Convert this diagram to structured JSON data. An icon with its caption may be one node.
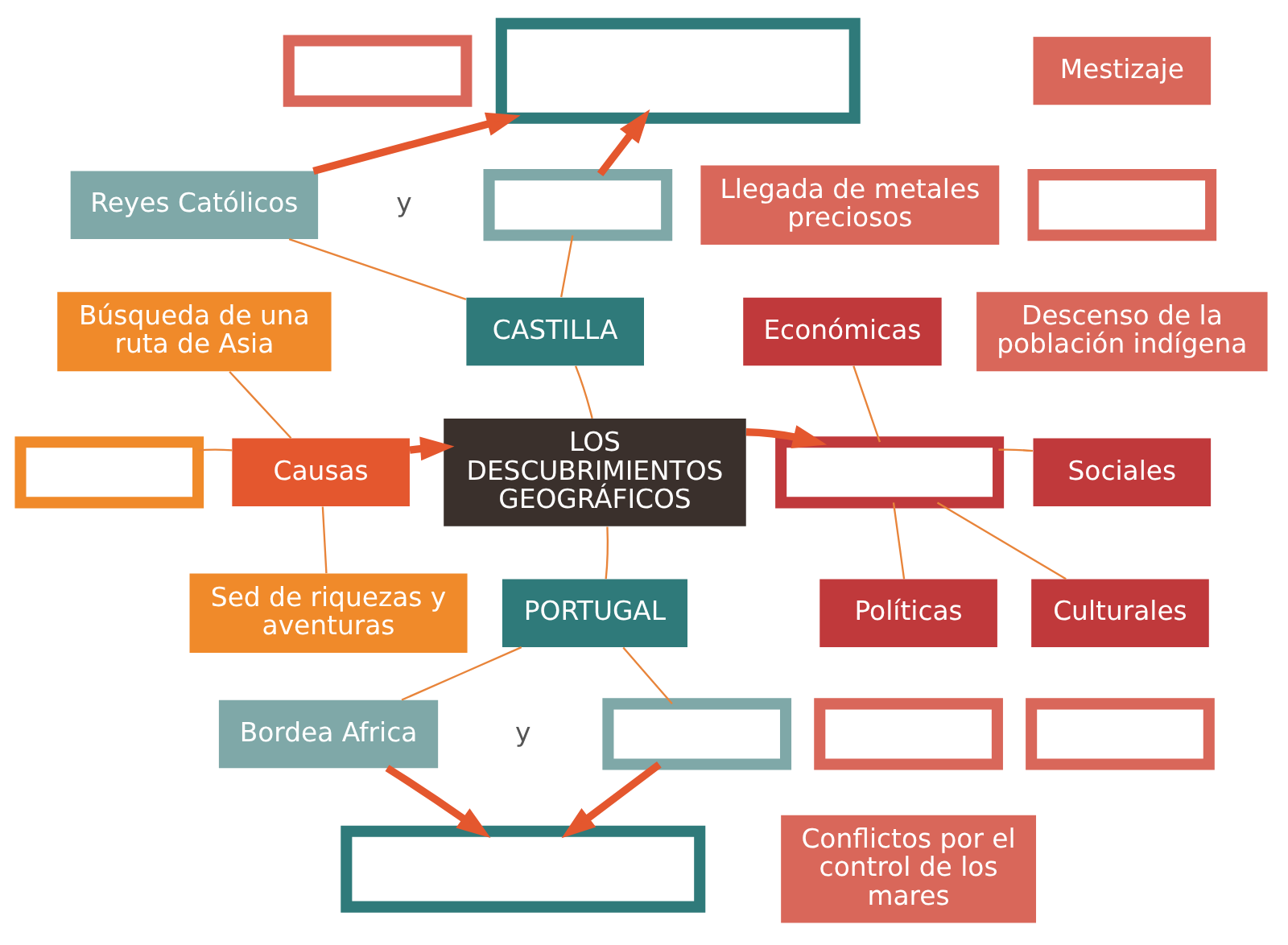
{
  "diagram": {
    "nodes": [
      {
        "text": [],
        "shape": "box"
      },
      {
        "text": [
          "Reyes Católicos"
        ]
      },
      {
        "text": [],
        "shape": "box"
      },
      {
        "text": [
          "CASTILLA"
        ]
      },
      {
        "text": [
          "Búsqueda de una ruta de Asia"
        ]
      },
      {
        "text": [],
        "shape": "box"
      },
      {
        "text": [
          "Causas"
        ]
      },
      {
        "text": [
          "LOS DESCUBRIMIENTOS GEOGRÁFICOS"
        ]
      },
      {
        "text": [
          "Sed de riquezas y aventuras"
        ]
      },
      {
        "text": [
          "PORTUGAL"
        ]
      },
      {
        "text": [
          "Bordea Africa"
        ]
      },
      {
        "text": [],
        "shape": "box"
      },
      {
        "text": [],
        "shape": "box"
      },
      {
        "text": [],
        "shape": "box"
      },
      {
        "text": [
          "Llegada de metales preciosos"
        ]
      },
      {
        "text": [
          "Económicas"
        ]
      },
      {
        "text": [
          "Mestizaje"
        ]
      },
      {
        "text": [],
        "shape": "box"
      },
      {
        "text": [
          "Descenso de la población indígena"
        ]
      },
      {
        "text": [
          "Sociales"
        ]
      },
      {
        "text": [],
        "shape": "box"
      },
      {
        "text": [
          "Culturales"
        ]
      },
      {
        "text": [],
        "shape": "box"
      },
      {
        "text": [
          "Políticas"
        ]
      },
      {
        "text": [],
        "shape": "box"
      },
      {
        "text": [
          "Conflictos por el control de los mares"
        ]
      }
    ],
    "edges": [
      {
        "from": 1,
        "to": 0,
        "arrow": "to",
        "style": "thick"
      },
      {
        "from": 2,
        "to": 0,
        "arrow": "to",
        "style": "thick"
      },
      {
        "from": 1,
        "to": 3,
        "arrow": "none"
      },
      {
        "from": 2,
        "to": 3,
        "arrow": "none"
      },
      {
        "from": 3,
        "to": 7,
        "arrow": "none"
      },
      {
        "from": 4,
        "to": 6,
        "arrow": "none"
      },
      {
        "from": 5,
        "to": 6,
        "arrow": "none"
      },
      {
        "from": 8,
        "to": 6,
        "arrow": "none"
      },
      {
        "from": 6,
        "to": 7,
        "arrow": "to",
        "style": "thick"
      },
      {
        "from": 7,
        "to": 9,
        "arrow": "none"
      },
      {
        "from": 9,
        "to": 10,
        "arrow": "none"
      },
      {
        "from": 9,
        "to": 11,
        "arrow": "none"
      },
      {
        "from": 10,
        "to": 12,
        "arrow": "to",
        "style": "thick"
      },
      {
        "from": 11,
        "to": 12,
        "arrow": "to",
        "style": "thick"
      },
      {
        "from": 7,
        "to": 20,
        "arrow": "to",
        "style": "thick"
      },
      {
        "from": 20,
        "to": 15,
        "arrow": "none"
      },
      {
        "from": 20,
        "to": 19,
        "arrow": "none"
      },
      {
        "from": 20,
        "to": 21,
        "arrow": "none"
      },
      {
        "from": 20,
        "to": 23,
        "arrow": "none"
      }
    ],
    "labels": [
      "y",
      "y"
    ]
  }
}
